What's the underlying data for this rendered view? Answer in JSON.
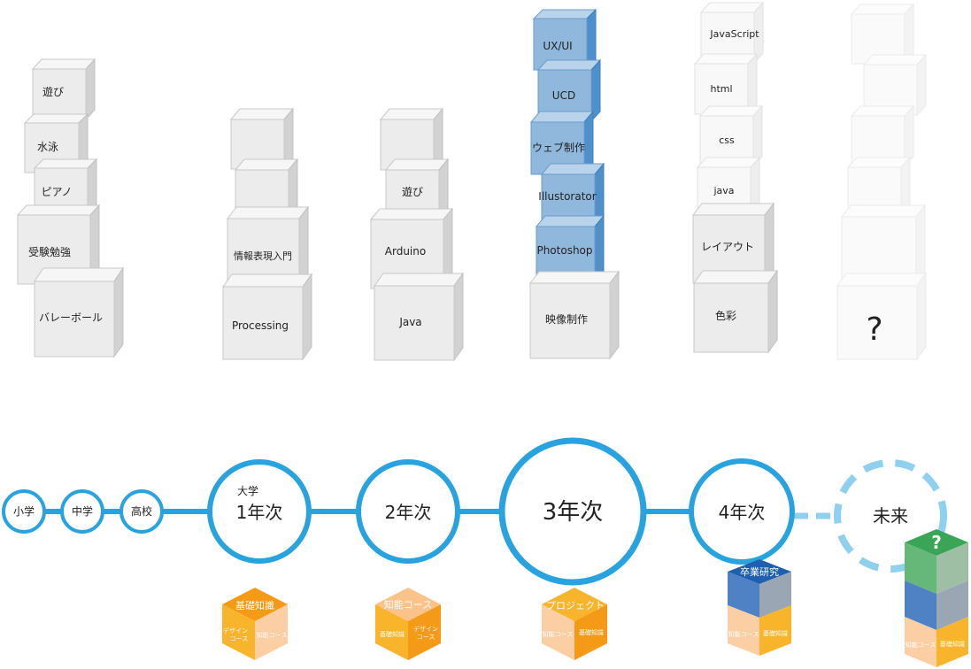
{
  "stacks": [
    {
      "id": "elementary-to-high",
      "blocks": [
        "遊び",
        "水泳",
        "ピアノ",
        "受験勉強",
        "バレーボール"
      ]
    },
    {
      "id": "year-1",
      "blocks": [
        "",
        "",
        "情報表現入門",
        "Processing"
      ]
    },
    {
      "id": "year-2",
      "blocks": [
        "",
        "遊び",
        "Arduino",
        "Java"
      ]
    },
    {
      "id": "year-3",
      "blocks": [
        "UX/UI",
        "UCD",
        "ウェブ制作",
        "Illustorator",
        "Photoshop",
        "映像制作"
      ]
    },
    {
      "id": "year-4",
      "blocks": [
        "JavaScript",
        "html",
        "css",
        "java",
        "レイアウト",
        "色彩"
      ]
    },
    {
      "id": "future",
      "blocks": [
        "",
        "",
        "",
        "",
        "",
        "?"
      ]
    }
  ],
  "timeline": {
    "small_nodes": [
      "小学",
      "中学",
      "高校"
    ],
    "year_nodes": [
      {
        "sub": "大学",
        "label": "1年次"
      },
      {
        "sub": "",
        "label": "2年次"
      },
      {
        "sub": "",
        "label": "3年次"
      },
      {
        "sub": "",
        "label": "4年次"
      }
    ],
    "future_node": "未来"
  },
  "cubes": [
    {
      "top": "基礎知識",
      "left": "デザイン\nコース",
      "right": "知能コース"
    },
    {
      "top": "知能コース",
      "left": "基礎知識",
      "right": "デザイン\nコース"
    },
    {
      "top": "プロジェクト",
      "left": "知能コース",
      "right": "基礎知識"
    },
    {
      "top": "卒業研究",
      "left": "知能コース",
      "right": "基礎知識"
    },
    {
      "top": "?",
      "left": "知能コース",
      "right": "基礎知識"
    }
  ],
  "colors": {
    "timeline": "#29a3e0",
    "future_dash": "#8fd0ee",
    "block_face": "#ececec",
    "block_side": "#d6d6d6",
    "blue_block": "#8fb8dc",
    "orange": "#f7a823",
    "peach": "#fbd0a6",
    "green": "#3aa457",
    "dark_blue": "#1f5fb0"
  }
}
